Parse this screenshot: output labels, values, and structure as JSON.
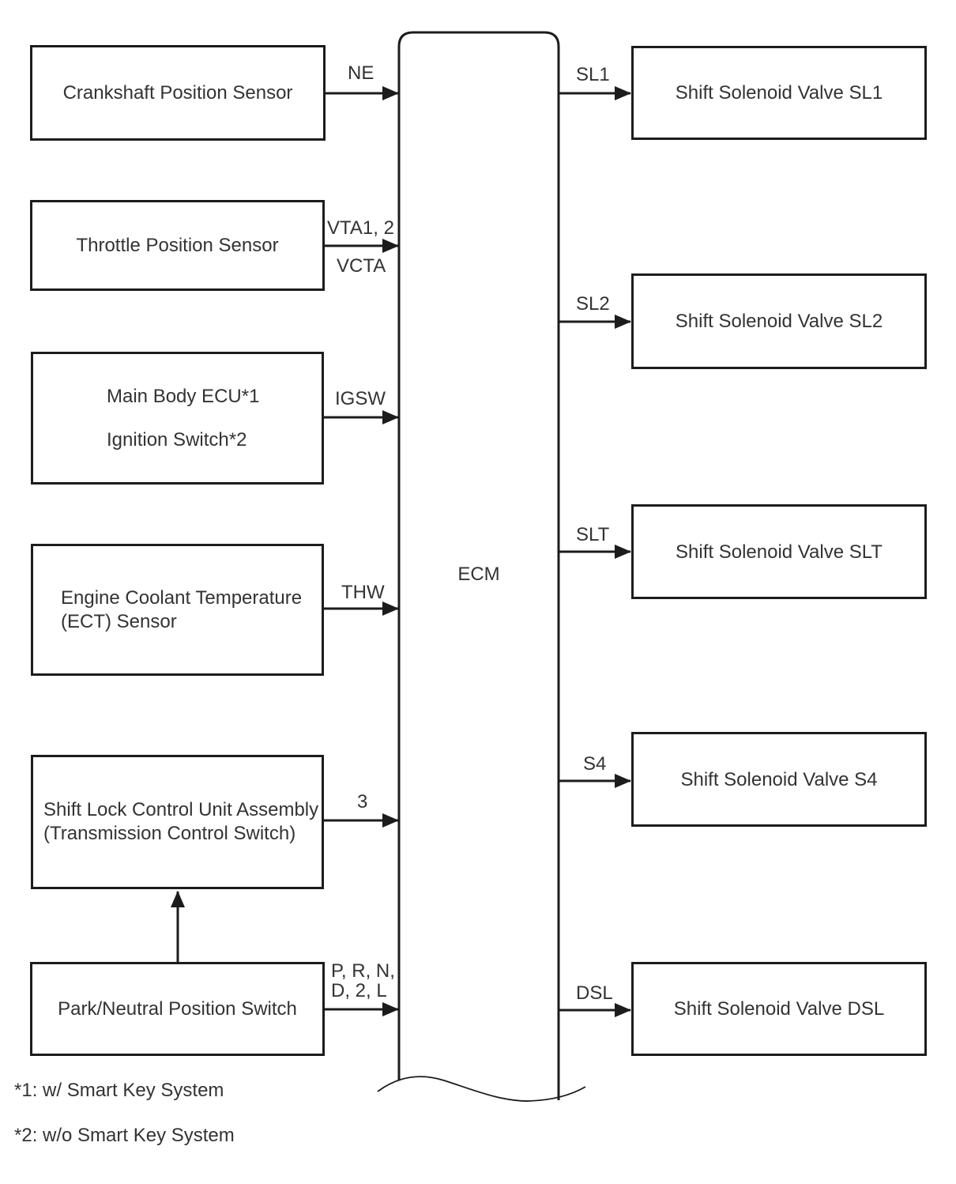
{
  "left_boxes": {
    "crankshaft": {
      "label": "Crankshaft Position Sensor"
    },
    "throttle": {
      "label": "Throttle Position Sensor"
    },
    "main_body_ecu": {
      "line1": "Main Body ECU*1",
      "line2": "Ignition Switch*2"
    },
    "ect_sensor": {
      "line1": "Engine Coolant Temperature",
      "line2": "(ECT) Sensor"
    },
    "shift_lock": {
      "line1": "Shift Lock Control Unit Assembly",
      "line2": "(Transmission Control Switch)"
    },
    "park_neutral": {
      "label": "Park/Neutral Position Switch"
    }
  },
  "ecm": {
    "label": "ECM"
  },
  "right_boxes": {
    "sl1": {
      "label": "Shift Solenoid Valve SL1"
    },
    "sl2": {
      "label": "Shift Solenoid Valve SL2"
    },
    "slt": {
      "label": "Shift Solenoid Valve SLT"
    },
    "s4": {
      "label": "Shift Solenoid Valve S4"
    },
    "dsl": {
      "label": "Shift Solenoid Valve DSL"
    }
  },
  "signal_labels": {
    "ne": "NE",
    "vta": "VTA1, 2",
    "vcta": "VCTA",
    "igsw": "IGSW",
    "thw": "THW",
    "shift_lock_pin": "3",
    "pnp_line1": "P, R, N,",
    "pnp_line2": "D, 2, L",
    "sl1": "SL1",
    "sl2": "SL2",
    "slt": "SLT",
    "s4": "S4",
    "dsl": "DSL"
  },
  "footnotes": {
    "note1": "*1: w/ Smart Key System",
    "note2": "*2: w/o Smart Key System"
  },
  "colors": {
    "line": "#1c1c1c",
    "text": "#333333",
    "background": "#ffffff"
  }
}
